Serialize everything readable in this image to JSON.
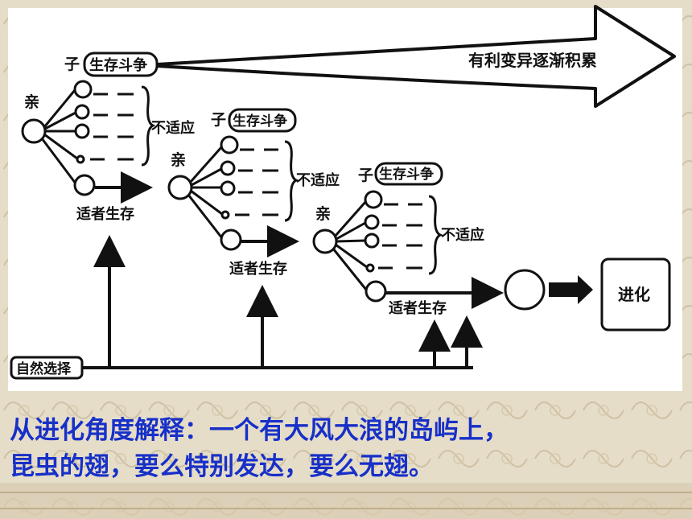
{
  "diagram": {
    "labels": {
      "parent": "亲",
      "offspring": "子",
      "struggle": "生存斗争",
      "unfit": "不适应",
      "survival": "适者生存",
      "accumulate": "有利变异逐渐积累",
      "selection": "自然选择",
      "evolution": "进化"
    }
  },
  "caption": {
    "line1": "从进化角度解释：一个有大风大浪的岛屿上，",
    "line2": "昆虫的翅，要么特别发达，要么无翅。"
  },
  "colors": {
    "caption": "#1730c8",
    "ink": "#111111",
    "background": "#e6ddc9"
  }
}
